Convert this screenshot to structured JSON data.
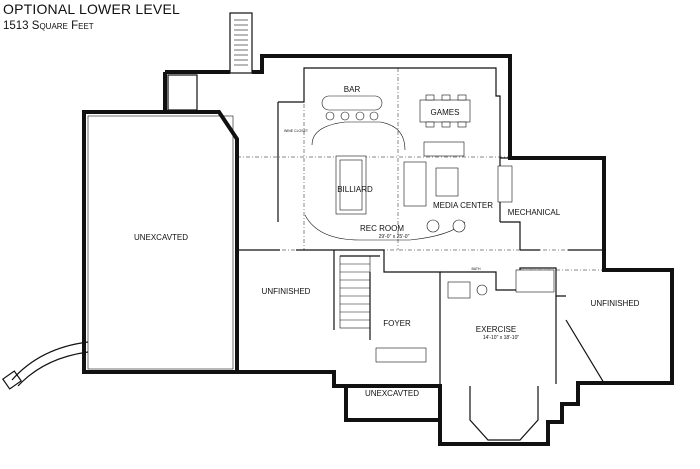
{
  "header": {
    "title": "OPTIONAL LOWER LEVEL",
    "subtitle": "1513 Square Feet"
  },
  "rooms": {
    "bar": "BAR",
    "games": "GAMES",
    "billiard": "BILLIARD",
    "media_center": "MEDIA CENTER",
    "mechanical": "MECHANICAL",
    "rec_room": "REC ROOM",
    "rec_room_dim": "29'-0\" x 25'-0\"",
    "unexcavated_left": "UNEXCAVTED",
    "unfinished_left": "UNFINISHED",
    "foyer": "FOYER",
    "exercise": "EXERCISE",
    "exercise_dim": "14'-10\" x 18'-10\"",
    "unfinished_right": "UNFINISHED",
    "unexcavated_bottom": "UNEXCAVTED",
    "bath": "BATH",
    "wine_closet": "WINE CLOSET"
  },
  "colors": {
    "line": "#111111",
    "background": "#ffffff"
  }
}
